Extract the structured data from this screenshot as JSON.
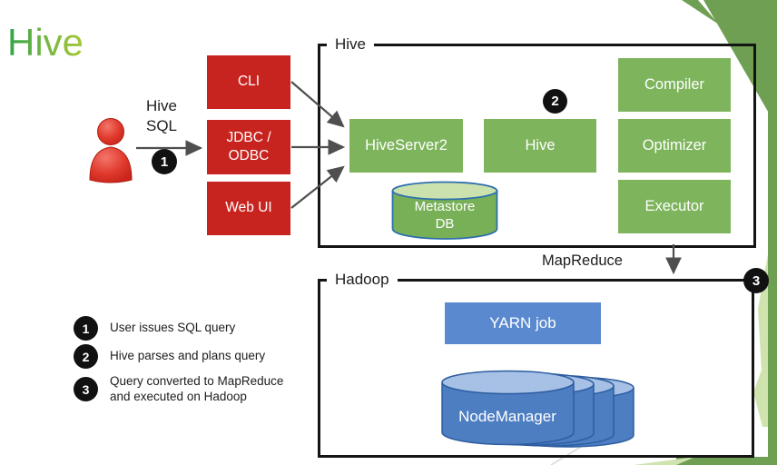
{
  "title": "Hive",
  "user": {
    "label_line1": "Hive",
    "label_line2": "SQL"
  },
  "badges": {
    "b1": "1",
    "b2": "2",
    "b3": "3"
  },
  "clients": {
    "cli": "CLI",
    "jdbc_line1": "JDBC /",
    "jdbc_line2": "ODBC",
    "webui": "Web UI"
  },
  "hive_group": {
    "label": "Hive",
    "hiveserver2": "HiveServer2",
    "hive": "Hive",
    "compiler": "Compiler",
    "optimizer": "Optimizer",
    "executor": "Executor",
    "metastore_line1": "Metastore",
    "metastore_line2": "DB"
  },
  "hadoop_group": {
    "label": "Hadoop",
    "yarn_job": "YARN job",
    "nodemanager": "NodeManager"
  },
  "mapreduce_label": "MapReduce",
  "legend": {
    "items": [
      {
        "num": "1",
        "text": "User issues SQL query"
      },
      {
        "num": "2",
        "text": "Hive parses and plans query"
      },
      {
        "num": "3",
        "text": "Query converted to MapReduce and executed on Hadoop"
      }
    ]
  },
  "colors": {
    "title_green": "#33a44a",
    "title_yellowgreen": "#a4c837",
    "red_box": "#c8241f",
    "green_box": "#7db45c",
    "blue_box": "#5a89d0",
    "cylinder_blue": "#4d7ec2",
    "metastore_green": "#78b058",
    "decor_green": "#6f9f53",
    "decor_light_green": "#cfe3af",
    "badge_black": "#111111",
    "arrow_gray": "#4f4f4f"
  }
}
